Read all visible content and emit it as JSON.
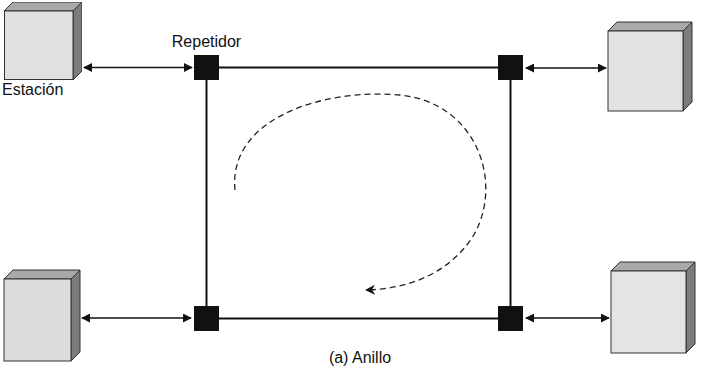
{
  "diagram": {
    "caption": "(a) Anillo",
    "nodes": [
      {
        "text": [
          "Estación"
        ]
      },
      {
        "text": [
          "Repetidor"
        ]
      }
    ],
    "edges": [
      {
        "from": 0,
        "to": 1,
        "arrow": "both"
      }
    ]
  }
}
